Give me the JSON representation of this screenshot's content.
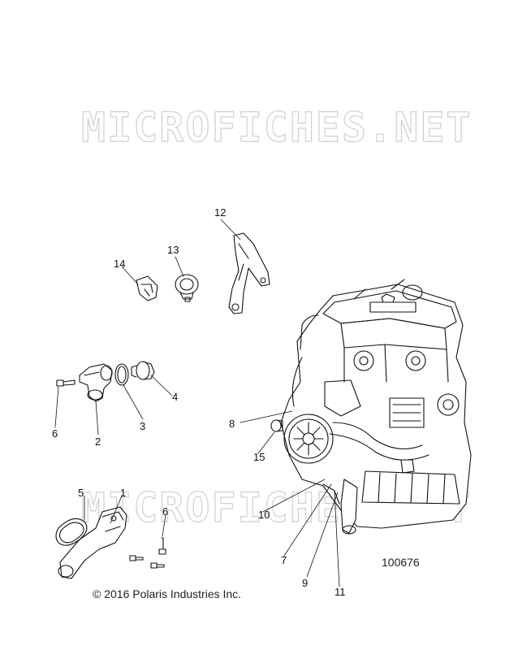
{
  "watermark": "MICROFICHES.NET",
  "copyright": "© 2016 Polaris Industries Inc.",
  "figure_number": "100676",
  "callouts": [
    "12",
    "13",
    "14",
    "4",
    "6",
    "2",
    "3",
    "8",
    "15",
    "5",
    "1",
    "6",
    "10",
    "7",
    "9",
    "11"
  ],
  "colors": {
    "line": "#111111",
    "watermark_stroke": "#c8c8c8"
  }
}
